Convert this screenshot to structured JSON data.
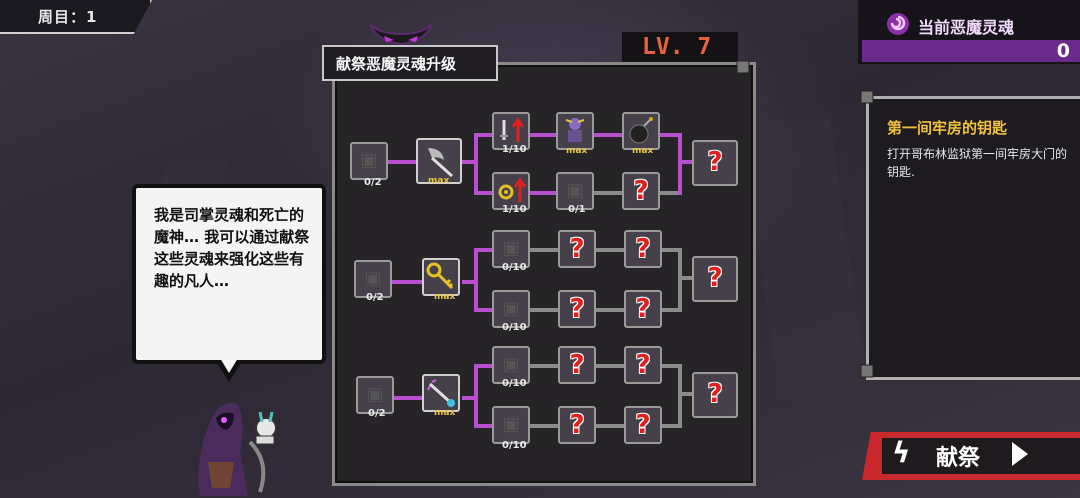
{
  "cycle": {
    "label": "周目：1"
  },
  "souls": {
    "title": "当前恶魔灵魂",
    "value": "0"
  },
  "panel": {
    "title": "献祭恶魔灵魂升级",
    "level": "LV. 7"
  },
  "info": {
    "title": "第一间牢房的钥匙",
    "description": "打开哥布林监狱第一间牢房大门的钥匙."
  },
  "dialog": {
    "text": "我是司掌灵魂和死亡的魔神… 我可以通过献祭这些灵魂来强化这些有趣的凡人…"
  },
  "button": {
    "label": "献祭"
  },
  "tree": {
    "counts": [
      "0/2",
      "0/2",
      "0/2",
      "1/10",
      "1/10",
      "0/1",
      "0/10",
      "0/10",
      "0/10",
      "0/10"
    ],
    "max_label": "max",
    "unknown": "?"
  },
  "colors": {
    "accent": "#b94fd0",
    "level": "#e7623c",
    "info_title": "#f0c040",
    "button": "#c8282c"
  }
}
